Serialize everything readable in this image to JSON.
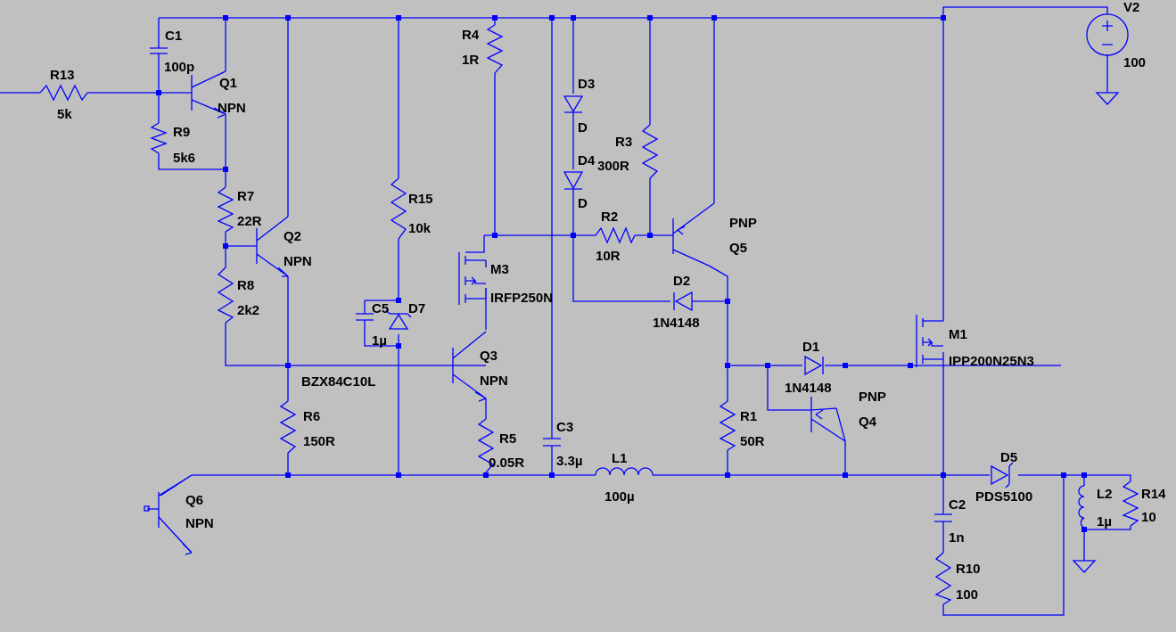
{
  "components": {
    "C1": {
      "ref": "C1",
      "value": "100p"
    },
    "R13": {
      "ref": "R13",
      "value": "5k"
    },
    "Q1": {
      "ref": "Q1",
      "value": "NPN"
    },
    "R9": {
      "ref": "R9",
      "value": "5k6"
    },
    "R7": {
      "ref": "R7",
      "value": "22R"
    },
    "Q2": {
      "ref": "Q2",
      "value": "NPN"
    },
    "R8": {
      "ref": "R8",
      "value": "2k2"
    },
    "R6": {
      "ref": "R6",
      "value": "150R"
    },
    "Q6": {
      "ref": "Q6",
      "value": "NPN"
    },
    "R15": {
      "ref": "R15",
      "value": "10k"
    },
    "C5": {
      "ref": "C5",
      "value": "1µ"
    },
    "D7": {
      "ref": "D7",
      "value": "BZX84C10L"
    },
    "R4": {
      "ref": "R4",
      "value": "1R"
    },
    "M3": {
      "ref": "M3",
      "value": "IRFP250N"
    },
    "Q3": {
      "ref": "Q3",
      "value": "NPN"
    },
    "R5": {
      "ref": "R5",
      "value": "0.05R"
    },
    "C3": {
      "ref": "C3",
      "value": "3.3µ"
    },
    "L1": {
      "ref": "L1",
      "value": "100µ"
    },
    "D3": {
      "ref": "D3",
      "value": "D"
    },
    "D4": {
      "ref": "D4",
      "value": "D"
    },
    "R3": {
      "ref": "R3",
      "value": "300R"
    },
    "R2": {
      "ref": "R2",
      "value": "10R"
    },
    "Q5": {
      "ref": "Q5",
      "value": "PNP"
    },
    "D2": {
      "ref": "D2",
      "value": "1N4148"
    },
    "R1": {
      "ref": "R1",
      "value": "50R"
    },
    "D1": {
      "ref": "D1",
      "value": "1N4148"
    },
    "Q4": {
      "ref": "Q4",
      "value": "PNP"
    },
    "M1": {
      "ref": "M1",
      "value": "IPP200N25N3"
    },
    "V2": {
      "ref": "V2",
      "value": "100"
    },
    "D5": {
      "ref": "D5",
      "value": "PDS5100"
    },
    "C2": {
      "ref": "C2",
      "value": "1n"
    },
    "R10": {
      "ref": "R10",
      "value": "100"
    },
    "L2": {
      "ref": "L2",
      "value": "1µ"
    },
    "R14": {
      "ref": "R14",
      "value": "10"
    }
  },
  "colors": {
    "background": "#c0c0c0",
    "wire": "#0000ff",
    "text": "#000000"
  }
}
